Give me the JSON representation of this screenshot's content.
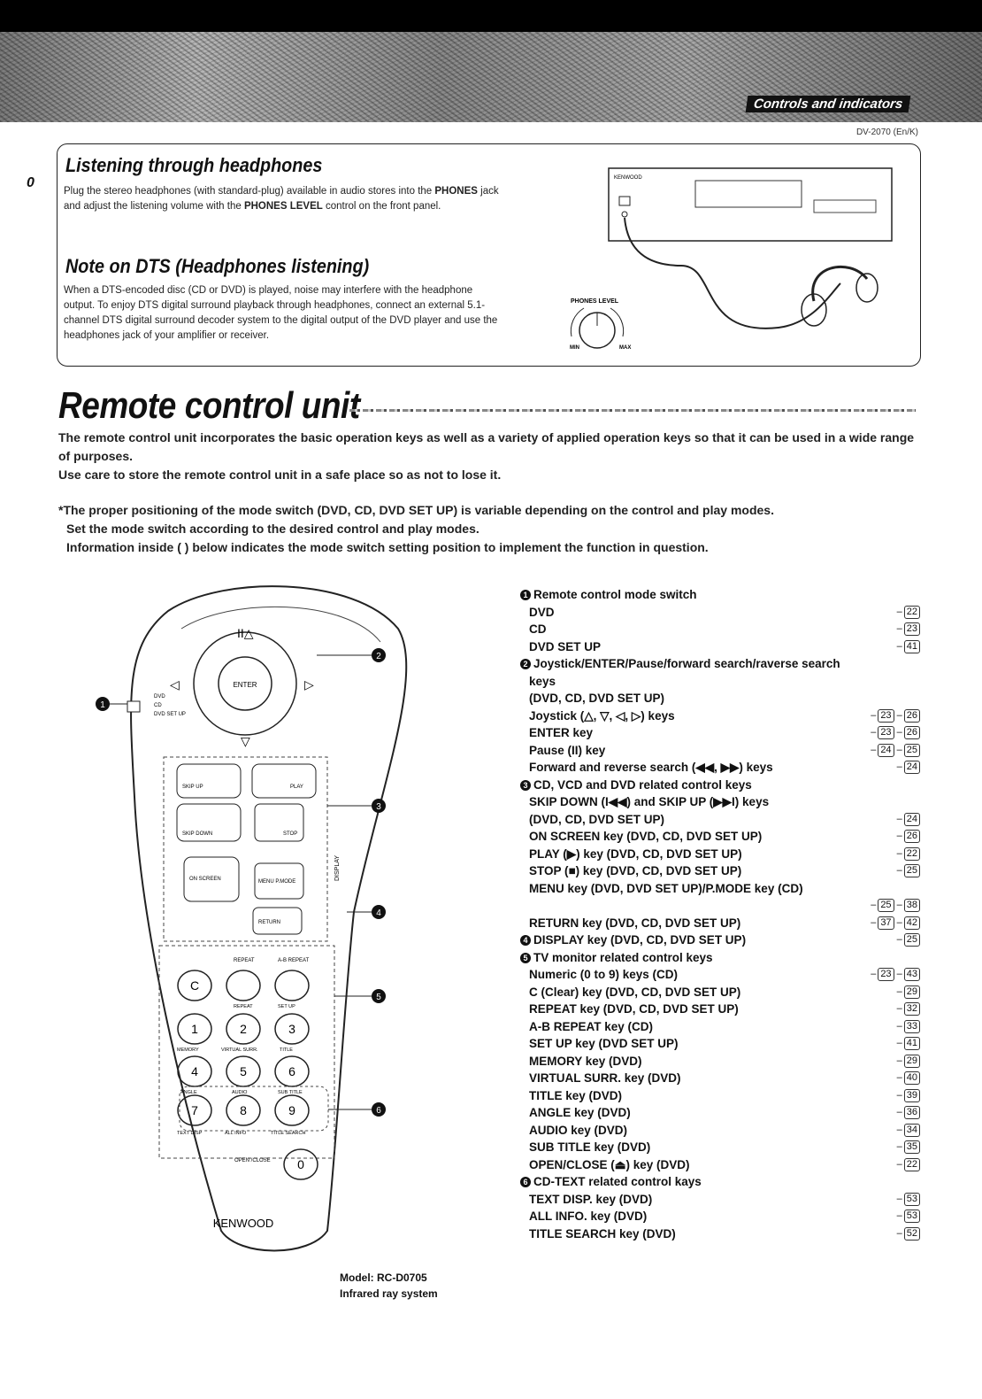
{
  "header": {
    "section_label": "Controls and indicators",
    "doc_code": "DV-2070 (En/K)"
  },
  "margin_marks": {
    "left_numeral": "0"
  },
  "headphones": {
    "title": "Listening through headphones",
    "p1": "Plug the stereo headphones (with standard-plug) available in audio stores into the ",
    "k1": "PHONES",
    "p2": " jack and adjust the listening volume with the ",
    "k2": "PHONES LEVEL",
    "p3": " control on the front panel."
  },
  "dts": {
    "title": "Note on DTS (Headphones listening)",
    "body": "When a DTS-encoded disc (CD or DVD) is played, noise may interfere with the headphone output. To enjoy DTS digital surround playback through headphones, connect an external 5.1-channel DTS digital surround decoder system to the digital output of the DVD player and use the headphones jack of your amplifier or receiver."
  },
  "figure": {
    "brand": "KENWOOD",
    "knob_label": "PHONES LEVEL",
    "min": "MIN",
    "max": "MAX"
  },
  "main": {
    "title": "Remote control unit",
    "intro1": "The remote control unit incorporates the basic operation keys as well as a variety of applied operation keys so that it can be used in a wide range of purposes.",
    "intro2": "Use care to store the remote control unit in a safe place so as not to lose it.",
    "note1": "*The proper positioning of the mode switch (DVD, CD, DVD SET UP) is variable depending on the control and play modes.",
    "note2": "Set the mode switch according to the desired control and play modes.",
    "note3": "Information inside ( ) below indicates the mode switch setting position to implement the function in question."
  },
  "remote": {
    "switch": [
      "DVD",
      "CD",
      "DVD SET UP"
    ],
    "enter": "ENTER",
    "skip_up": "SKIP UP",
    "play": "PLAY",
    "skip_down": "SKIP DOWN",
    "stop": "STOP",
    "on_screen": "ON SCREEN",
    "menu": "MENU P.MODE",
    "return": "RETURN",
    "display": "DISPLAY",
    "top_labels": [
      "REPEAT",
      "A-B REPEAT"
    ],
    "row_labels": [
      [
        "REPEAT",
        "SET UP"
      ],
      [
        "MEMORY",
        "VIRTUAL SURR.",
        "TITLE"
      ],
      [
        "ANGLE",
        "AUDIO",
        "SUB TITLE"
      ],
      [
        "TEXT DISP",
        "ALL INFO",
        "TITLE SEARCH"
      ]
    ],
    "keys": [
      "C",
      "1",
      "2",
      "3",
      "4",
      "5",
      "6",
      "7",
      "8",
      "9",
      "0"
    ],
    "open_close": "OPEN /CLOSE",
    "brand": "KENWOOD",
    "callouts": [
      "1",
      "2",
      "3",
      "4",
      "5",
      "6"
    ]
  },
  "model": {
    "line1": "Model: RC-D0705",
    "line2": "Infrared ray system"
  },
  "legend": [
    {
      "n": "1",
      "text": "Remote control mode switch",
      "pages": []
    },
    {
      "i": 1,
      "text": "DVD",
      "pages": [
        "22"
      ]
    },
    {
      "i": 1,
      "text": "CD",
      "pages": [
        "23"
      ]
    },
    {
      "i": 1,
      "text": "DVD SET UP",
      "pages": [
        "41"
      ]
    },
    {
      "n": "2",
      "text": "Joystick/ENTER/Pause/forward search/raverse search",
      "pages": []
    },
    {
      "i": 1,
      "text": "keys",
      "pages": []
    },
    {
      "i": 1,
      "text": " (DVD, CD, DVD SET UP)",
      "pages": []
    },
    {
      "i": 1,
      "text": "Joystick (△, ▽, ◁, ▷) keys",
      "pages": [
        "23",
        "26"
      ]
    },
    {
      "i": 1,
      "text": "ENTER key",
      "pages": [
        "23",
        "26"
      ]
    },
    {
      "i": 1,
      "text": "Pause (II) key",
      "pages": [
        "24",
        "25"
      ]
    },
    {
      "i": 1,
      "text": "Forward and reverse search (◀◀, ▶▶) keys",
      "pages": [
        "24"
      ]
    },
    {
      "n": "3",
      "text": "CD, VCD and DVD related control keys",
      "pages": []
    },
    {
      "i": 1,
      "text": "SKIP DOWN (I◀◀) and SKIP UP (▶▶I) keys",
      "pages": []
    },
    {
      "i": 1,
      "text": " (DVD, CD, DVD SET UP)",
      "pages": [
        "24"
      ]
    },
    {
      "i": 1,
      "text": "ON SCREEN key (DVD, CD, DVD SET UP)",
      "pages": [
        "26"
      ]
    },
    {
      "i": 1,
      "text": "PLAY (▶) key (DVD, CD, DVD SET UP)",
      "pages": [
        "22"
      ]
    },
    {
      "i": 1,
      "text": "STOP (■) key (DVD, CD, DVD SET UP)",
      "pages": [
        "25"
      ]
    },
    {
      "i": 1,
      "text": "MENU key (DVD, DVD SET UP)/P.MODE key (CD)",
      "pages": []
    },
    {
      "i": 1,
      "text": "",
      "pages": [
        "25",
        "38"
      ]
    },
    {
      "i": 1,
      "text": "RETURN key (DVD, CD, DVD SET UP)",
      "pages": [
        "37",
        "42"
      ]
    },
    {
      "n": "4",
      "text": "DISPLAY key (DVD, CD, DVD SET UP)",
      "pages": [
        "25"
      ]
    },
    {
      "n": "5",
      "text": "TV monitor related control keys",
      "pages": []
    },
    {
      "i": 1,
      "text": "Numeric (0 to 9) keys (CD)",
      "pages": [
        "23",
        "43"
      ]
    },
    {
      "i": 1,
      "text": "C (Clear) key (DVD, CD, DVD SET UP)",
      "pages": [
        "29"
      ]
    },
    {
      "i": 1,
      "text": "REPEAT key (DVD, CD, DVD SET UP)",
      "pages": [
        "32"
      ]
    },
    {
      "i": 1,
      "text": "A-B REPEAT key (CD)",
      "pages": [
        "33"
      ]
    },
    {
      "i": 1,
      "text": "SET UP key (DVD SET UP)",
      "pages": [
        "41"
      ]
    },
    {
      "i": 1,
      "text": "MEMORY key (DVD)",
      "pages": [
        "29"
      ]
    },
    {
      "i": 1,
      "text": "VIRTUAL SURR. key (DVD)",
      "pages": [
        "40"
      ]
    },
    {
      "i": 1,
      "text": "TITLE key (DVD)",
      "pages": [
        "39"
      ]
    },
    {
      "i": 1,
      "text": "ANGLE key (DVD)",
      "pages": [
        "36"
      ]
    },
    {
      "i": 1,
      "text": "AUDIO key (DVD)",
      "pages": [
        "34"
      ]
    },
    {
      "i": 1,
      "text": "SUB TITLE key (DVD)",
      "pages": [
        "35"
      ]
    },
    {
      "i": 1,
      "text": "OPEN/CLOSE (⏏) key (DVD)",
      "pages": [
        "22"
      ]
    },
    {
      "n": "6",
      "text": "CD-TEXT related control kays",
      "pages": []
    },
    {
      "i": 1,
      "text": "TEXT DISP. key (DVD)",
      "pages": [
        "53"
      ]
    },
    {
      "i": 1,
      "text": "ALL INFO. key (DVD)",
      "pages": [
        "53"
      ]
    },
    {
      "i": 1,
      "text": "TITLE SEARCH key (DVD)",
      "pages": [
        "52"
      ]
    }
  ]
}
